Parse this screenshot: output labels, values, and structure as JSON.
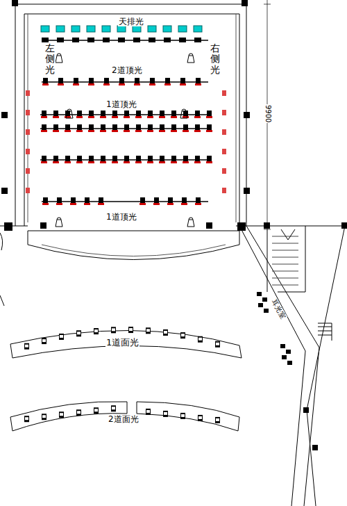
{
  "diagram": {
    "labels": [
      "左侧光",
      "右侧光",
      "天排光",
      "2道顶光",
      "1道顶光",
      "1道顶光",
      "1道面光",
      "2道面光",
      "耳光室",
      "9900"
    ]
  }
}
